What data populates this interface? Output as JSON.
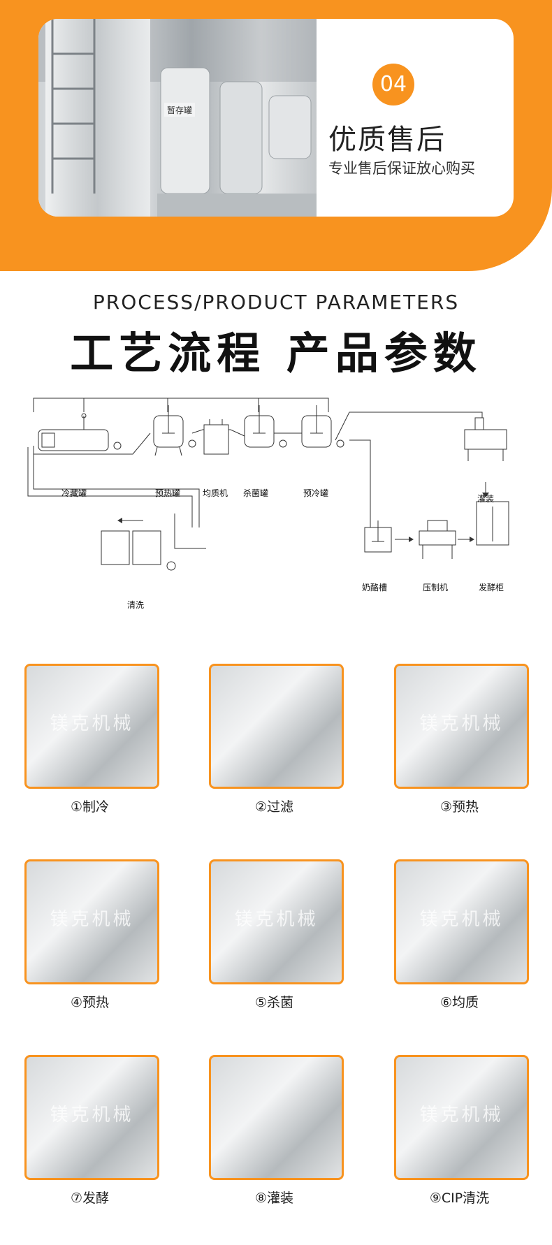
{
  "hero": {
    "number": "04",
    "title": "优质售后",
    "subtitle": "专业售后保证放心购买",
    "photo_label": "暂存罐"
  },
  "section": {
    "title_en": "PROCESS/PRODUCT PARAMETERS",
    "title_cn": "工艺流程 产品参数"
  },
  "diagram": {
    "labels": {
      "tank_cold": "冷藏罐",
      "tank_preheat": "预热罐",
      "homogenizer": "均质机",
      "tank_sterilize": "杀菌罐",
      "tank_precool": "预冷罐",
      "filling": "灌装",
      "cleaning": "清洗",
      "cheese_tank": "奶酪槽",
      "press": "压制机",
      "ferment_cabinet": "发酵柜"
    }
  },
  "watermark": "镁克机械",
  "steps": [
    "①制冷",
    "②过滤",
    "③预热",
    "④预热",
    "⑤杀菌",
    "⑥均质",
    "⑦发酵",
    "⑧灌装",
    "⑨CIP清洗"
  ],
  "colors": {
    "accent": "#f8931f"
  }
}
